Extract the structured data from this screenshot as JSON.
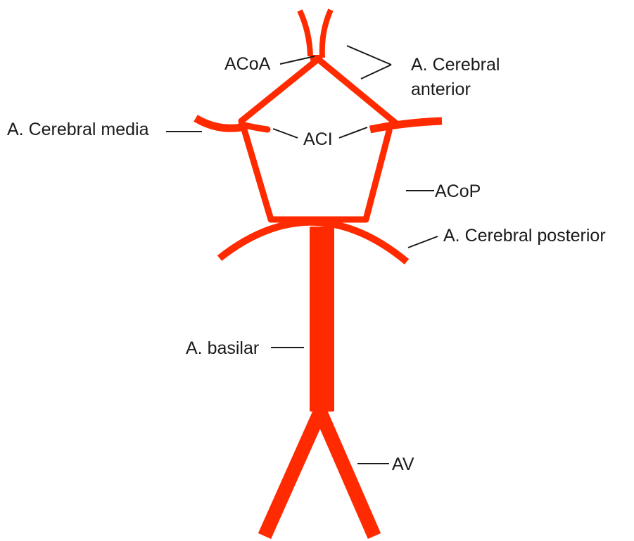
{
  "labels": {
    "acoa": "ACoA",
    "cerebral_anterior_line1": "A. Cerebral",
    "cerebral_anterior_line2": "anterior",
    "cerebral_media": "A. Cerebral media",
    "aci": "ACI",
    "acop": "ACoP",
    "cerebral_posterior": "A. Cerebral posterior",
    "basilar": "A. basilar",
    "av": "AV"
  },
  "colors": {
    "artery": "#ff2a00",
    "leader_line": "#1a1a1a",
    "background": "#ffffff"
  }
}
